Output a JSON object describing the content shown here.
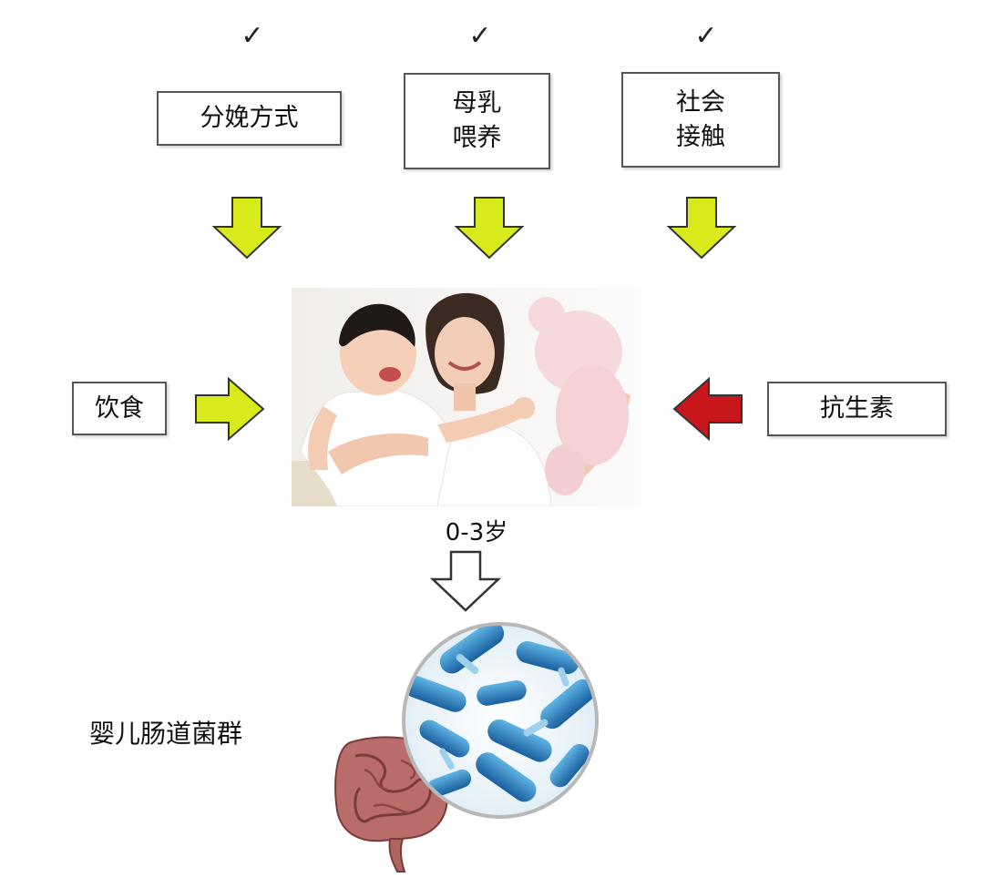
{
  "checkmark": "✓",
  "top_factors": [
    {
      "label": "分娩方式",
      "checked": true
    },
    {
      "label": "母乳\n喂养",
      "checked": true
    },
    {
      "label": "社会\n接触",
      "checked": true
    }
  ],
  "side_factors": {
    "left": {
      "label": "饮食",
      "effect": "positive"
    },
    "right": {
      "label": "抗生素",
      "effect": "negative"
    }
  },
  "age_label": "0-3岁",
  "result_label": "婴儿肠道菌群",
  "colors": {
    "positive_arrow": "#d9ea1c",
    "negative_arrow": "#c8161d",
    "outline_arrow": "#ffffff",
    "box_border": "#555555"
  },
  "images": {
    "photo": "mother-and-baby-photo",
    "bacteria": "gut-bacteria-magnified-circle",
    "intestine": "intestine-illustration"
  }
}
